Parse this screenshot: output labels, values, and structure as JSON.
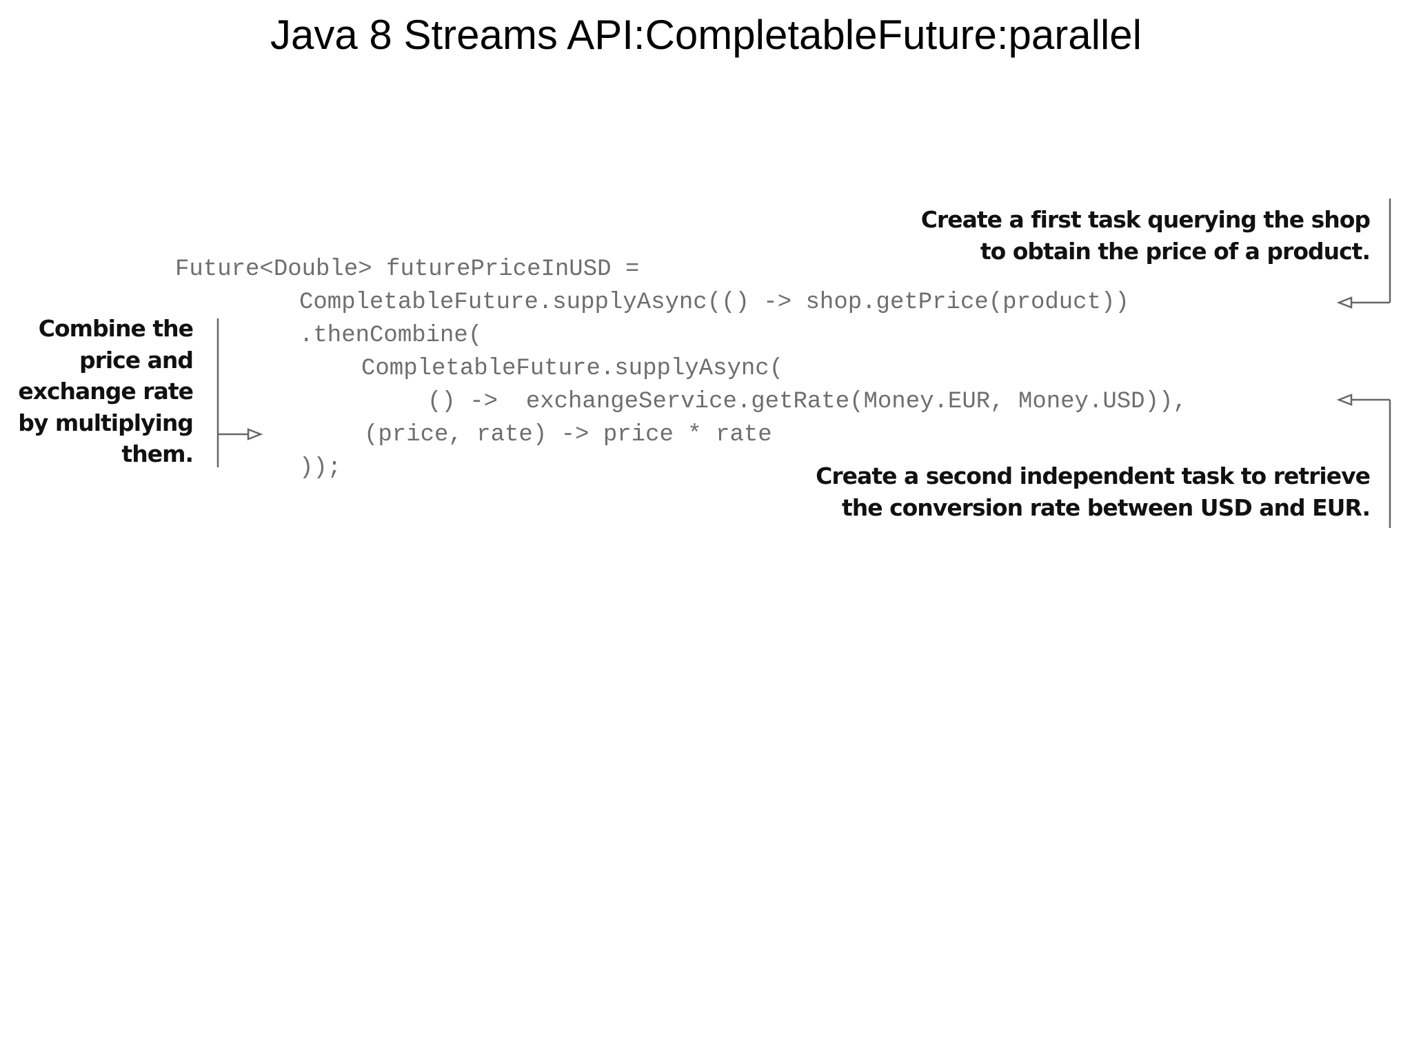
{
  "slide": {
    "title": "Java 8 Streams API:CompletableFuture:parallel"
  },
  "code": {
    "lines": [
      "Future<Double> futurePriceInUSD =",
      "CompletableFuture.supplyAsync(() -> shop.getPrice(product))",
      ".thenCombine(",
      "CompletableFuture.supplyAsync(",
      "() ->  exchangeService.getRate(Money.EUR, Money.USD)),",
      "(price, rate) -> price * rate",
      "));"
    ]
  },
  "callouts": {
    "first_task": {
      "line1": "Create a first task querying the shop",
      "line2": "to obtain the price of a product."
    },
    "combine": {
      "line1": "Combine the",
      "line2": "price and",
      "line3": "exchange rate",
      "line4": "by multiplying",
      "line5": "them."
    },
    "second_task": {
      "line1": "Create a second independent task to retrieve",
      "line2": "the conversion rate between USD and EUR."
    }
  }
}
